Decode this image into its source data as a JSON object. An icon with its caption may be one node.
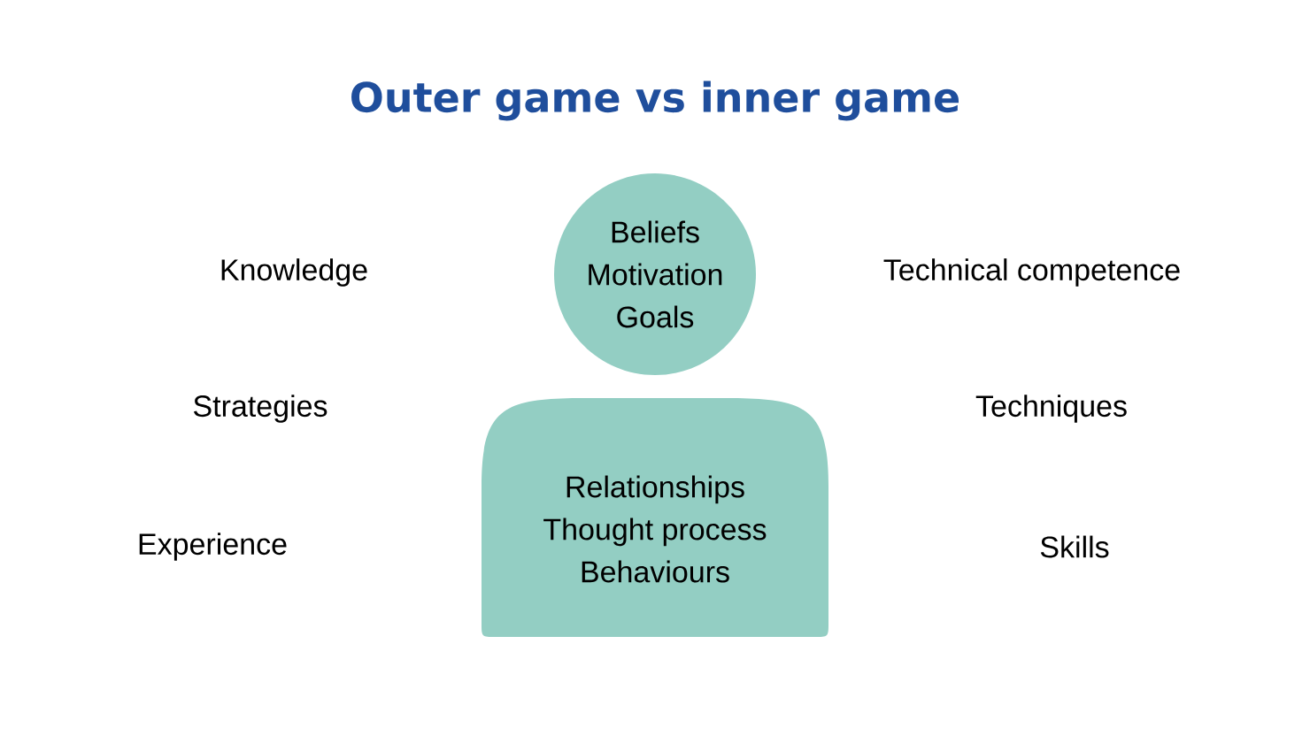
{
  "diagram": {
    "title": "Outer game vs inner game",
    "nodes": [
      {
        "text": [
          "Beliefs",
          "Motivation",
          "Goals"
        ]
      },
      {
        "text": [
          "Relationships",
          "Thought process",
          "Behaviours"
        ]
      }
    ],
    "labels": [
      "Knowledge",
      "Technical competence",
      "Strategies",
      "Techniques",
      "Experience",
      "Skills"
    ]
  }
}
